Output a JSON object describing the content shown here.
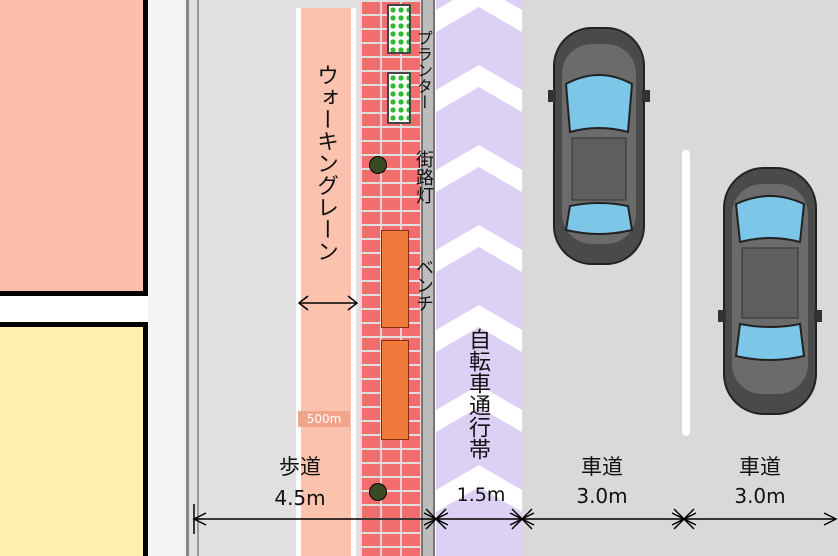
{
  "colors": {
    "building_pink": "#fbbfaa",
    "building_yellow": "#fff0b0",
    "sidewalk": "#e0e0e0",
    "walking_lane": "#fbc3ad",
    "brick": "#f26d6d",
    "bench": "#f07a3b",
    "bike_lane": "#ddd0f5",
    "road": "#d9d9d9",
    "streetlight": "#3a4a22",
    "planter": "#2dbb2d"
  },
  "labels": {
    "walking_lane": "ウォーキングレーン",
    "planter": "プランター",
    "streetlight": "街路灯",
    "bench": "ベンチ",
    "lane_width": "500m",
    "bike_lane": "自転車通行帯"
  },
  "sections": [
    {
      "name": "歩道",
      "width": "4.5m"
    },
    {
      "name": "",
      "width": "1.5m"
    },
    {
      "name": "車道",
      "width": "3.0m"
    },
    {
      "name": "車道",
      "width": "3.0m"
    }
  ],
  "icons": {
    "dimension": "double-arrow-icon",
    "planter": "planter-icon",
    "streetlight": "streetlight-icon",
    "bench": "bench-icon",
    "car": "car-icon"
  }
}
